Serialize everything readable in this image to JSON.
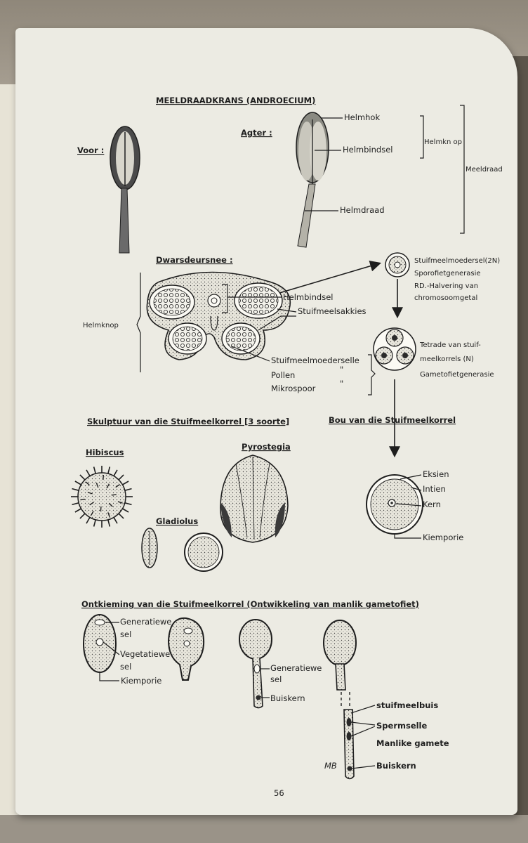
{
  "page": {
    "title": "MEELDRAADKRANS (ANDROECIUM)",
    "page_number": "56",
    "signature": "MB"
  },
  "stamen": {
    "front_label": "Voor :",
    "back_label": "Agter :",
    "parts": [
      "Helmhok",
      "Helmbindsel",
      "Helmdraad"
    ],
    "bracket_anther": "Helmkn op",
    "bracket_stamen": "Meeldraad"
  },
  "cross_section": {
    "heading": "Dwarsdeursnee :",
    "side_label": "Helmknop",
    "labels": [
      "Helmbindsel",
      "Stuifmeelsakkies"
    ],
    "list": [
      {
        "name": "Stuifmeelmoederselle",
        "ditto": ""
      },
      {
        "name": "Pollen",
        "ditto": "\""
      },
      {
        "name": "Mikrospoor",
        "ditto": "\""
      }
    ]
  },
  "mother_cell": {
    "lines": [
      "Stuifmeelmoedersel(2N)",
      "Sporofietgenerasie",
      "RD.-Halvering van",
      "chromosoomgetal"
    ]
  },
  "tetrad": {
    "lines": [
      "Tetrade van stuif-",
      "meelkorrels (N)",
      "Gametofietgenerasie"
    ]
  },
  "sculpture": {
    "heading": "Skulptuur van die Stuifmeelkorrel [3 soorte]",
    "types": [
      "Hibiscus",
      "Pyrostegia",
      "Gladiolus"
    ]
  },
  "structure": {
    "heading": "Bou van die Stuifmeelkorrel",
    "labels": [
      "Eksien",
      "Intien",
      "Kern",
      "Kiemporie"
    ]
  },
  "germination": {
    "heading": "Ontkieming van die Stuifmeelkorrel (Ontwikkeling van manlik gametofiet)",
    "labels_1": [
      "Generatiewe",
      "sel",
      "Vegetatiewe",
      "sel",
      "Kiemporie"
    ],
    "labels_3": [
      "Generatiewe",
      "sel",
      "Buiskern"
    ],
    "labels_4": [
      "stuifmeelbuis",
      "Spermselle",
      "Manlike gamete",
      "Buiskern"
    ]
  }
}
